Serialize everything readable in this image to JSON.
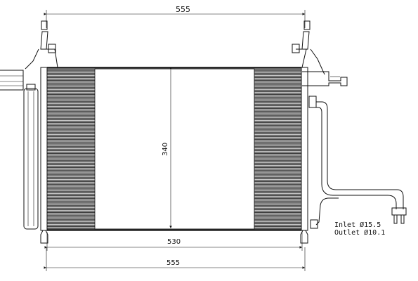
{
  "dimensions": {
    "top_width": "555",
    "height": "340",
    "core_width": "530",
    "bottom_width": "555"
  },
  "connections": {
    "inlet": "Inlet Ø15.5",
    "outlet": "Outlet Ø10.1"
  }
}
